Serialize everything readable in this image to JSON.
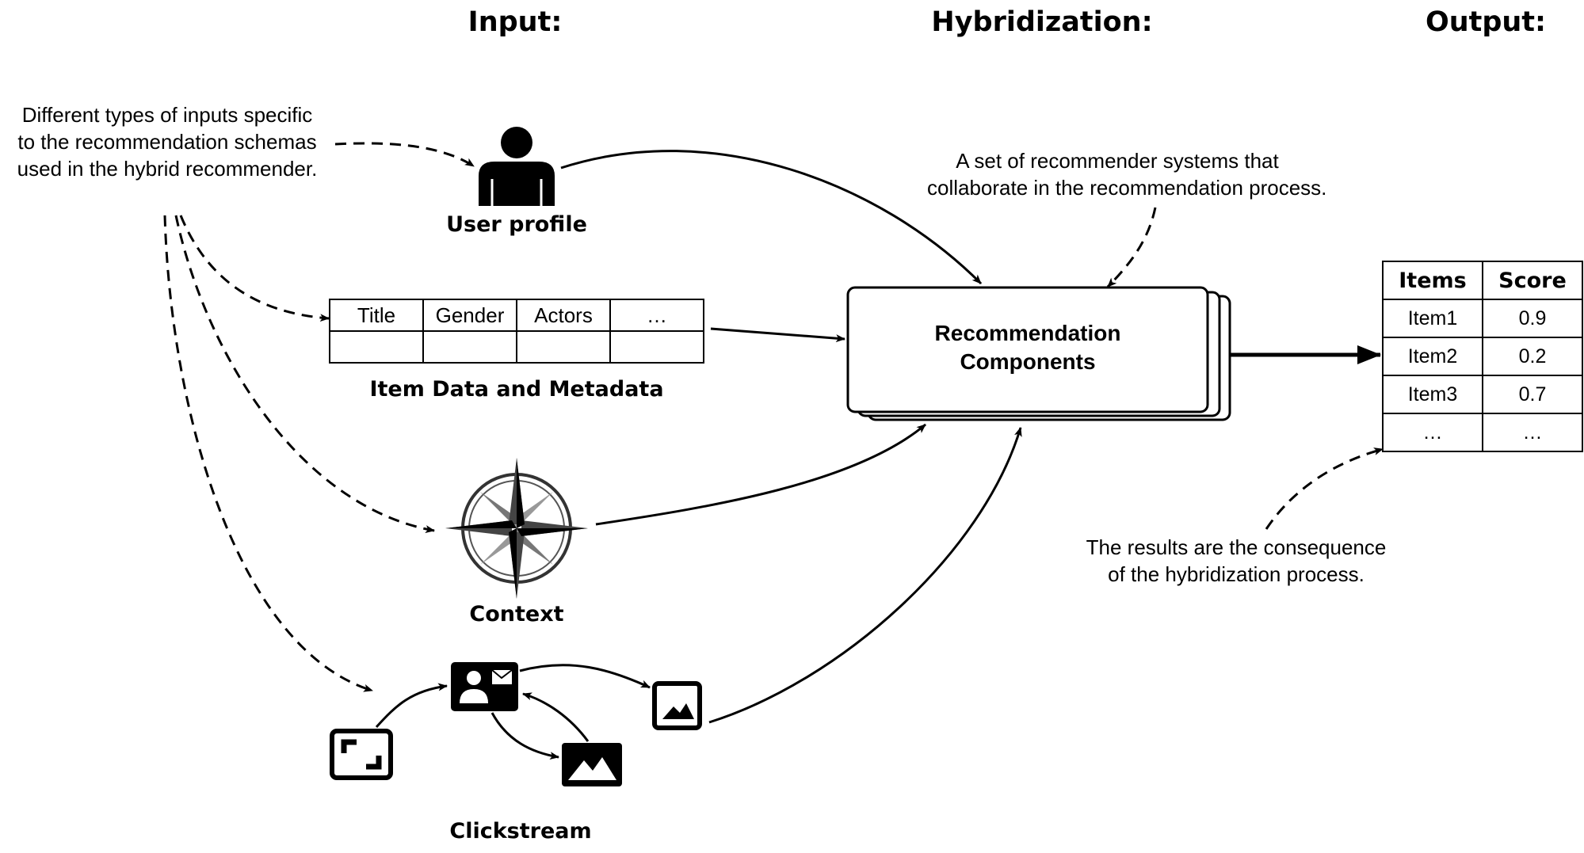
{
  "headings": {
    "input": "Input:",
    "hybridization": "Hybridization:",
    "output": "Output:"
  },
  "notes": {
    "inputs_note": "Different types of inputs specific\nto the recommendation schemas\nused in the hybrid recommender.",
    "hybrid_note": "A set of recommender systems that\ncollaborate in the recommendation process.",
    "output_note": "The results are the consequence\nof the hybridization process."
  },
  "inputs": {
    "user_profile": "User profile",
    "item_data": "Item Data and Metadata",
    "context": "Context",
    "clickstream": "Clickstream"
  },
  "metadata_table": {
    "columns": [
      "Title",
      "Gender",
      "Actors",
      "…"
    ]
  },
  "components": {
    "title": "Recommendation\nComponents"
  },
  "output_table": {
    "headers": [
      "Items",
      "Score"
    ],
    "rows": [
      [
        "Item1",
        "0.9"
      ],
      [
        "Item2",
        "0.2"
      ],
      [
        "Item3",
        "0.7"
      ],
      [
        "…",
        "…"
      ]
    ]
  },
  "icons": [
    "user-icon",
    "compass-icon",
    "profile-card-icon",
    "image-icon",
    "frame-icon"
  ]
}
